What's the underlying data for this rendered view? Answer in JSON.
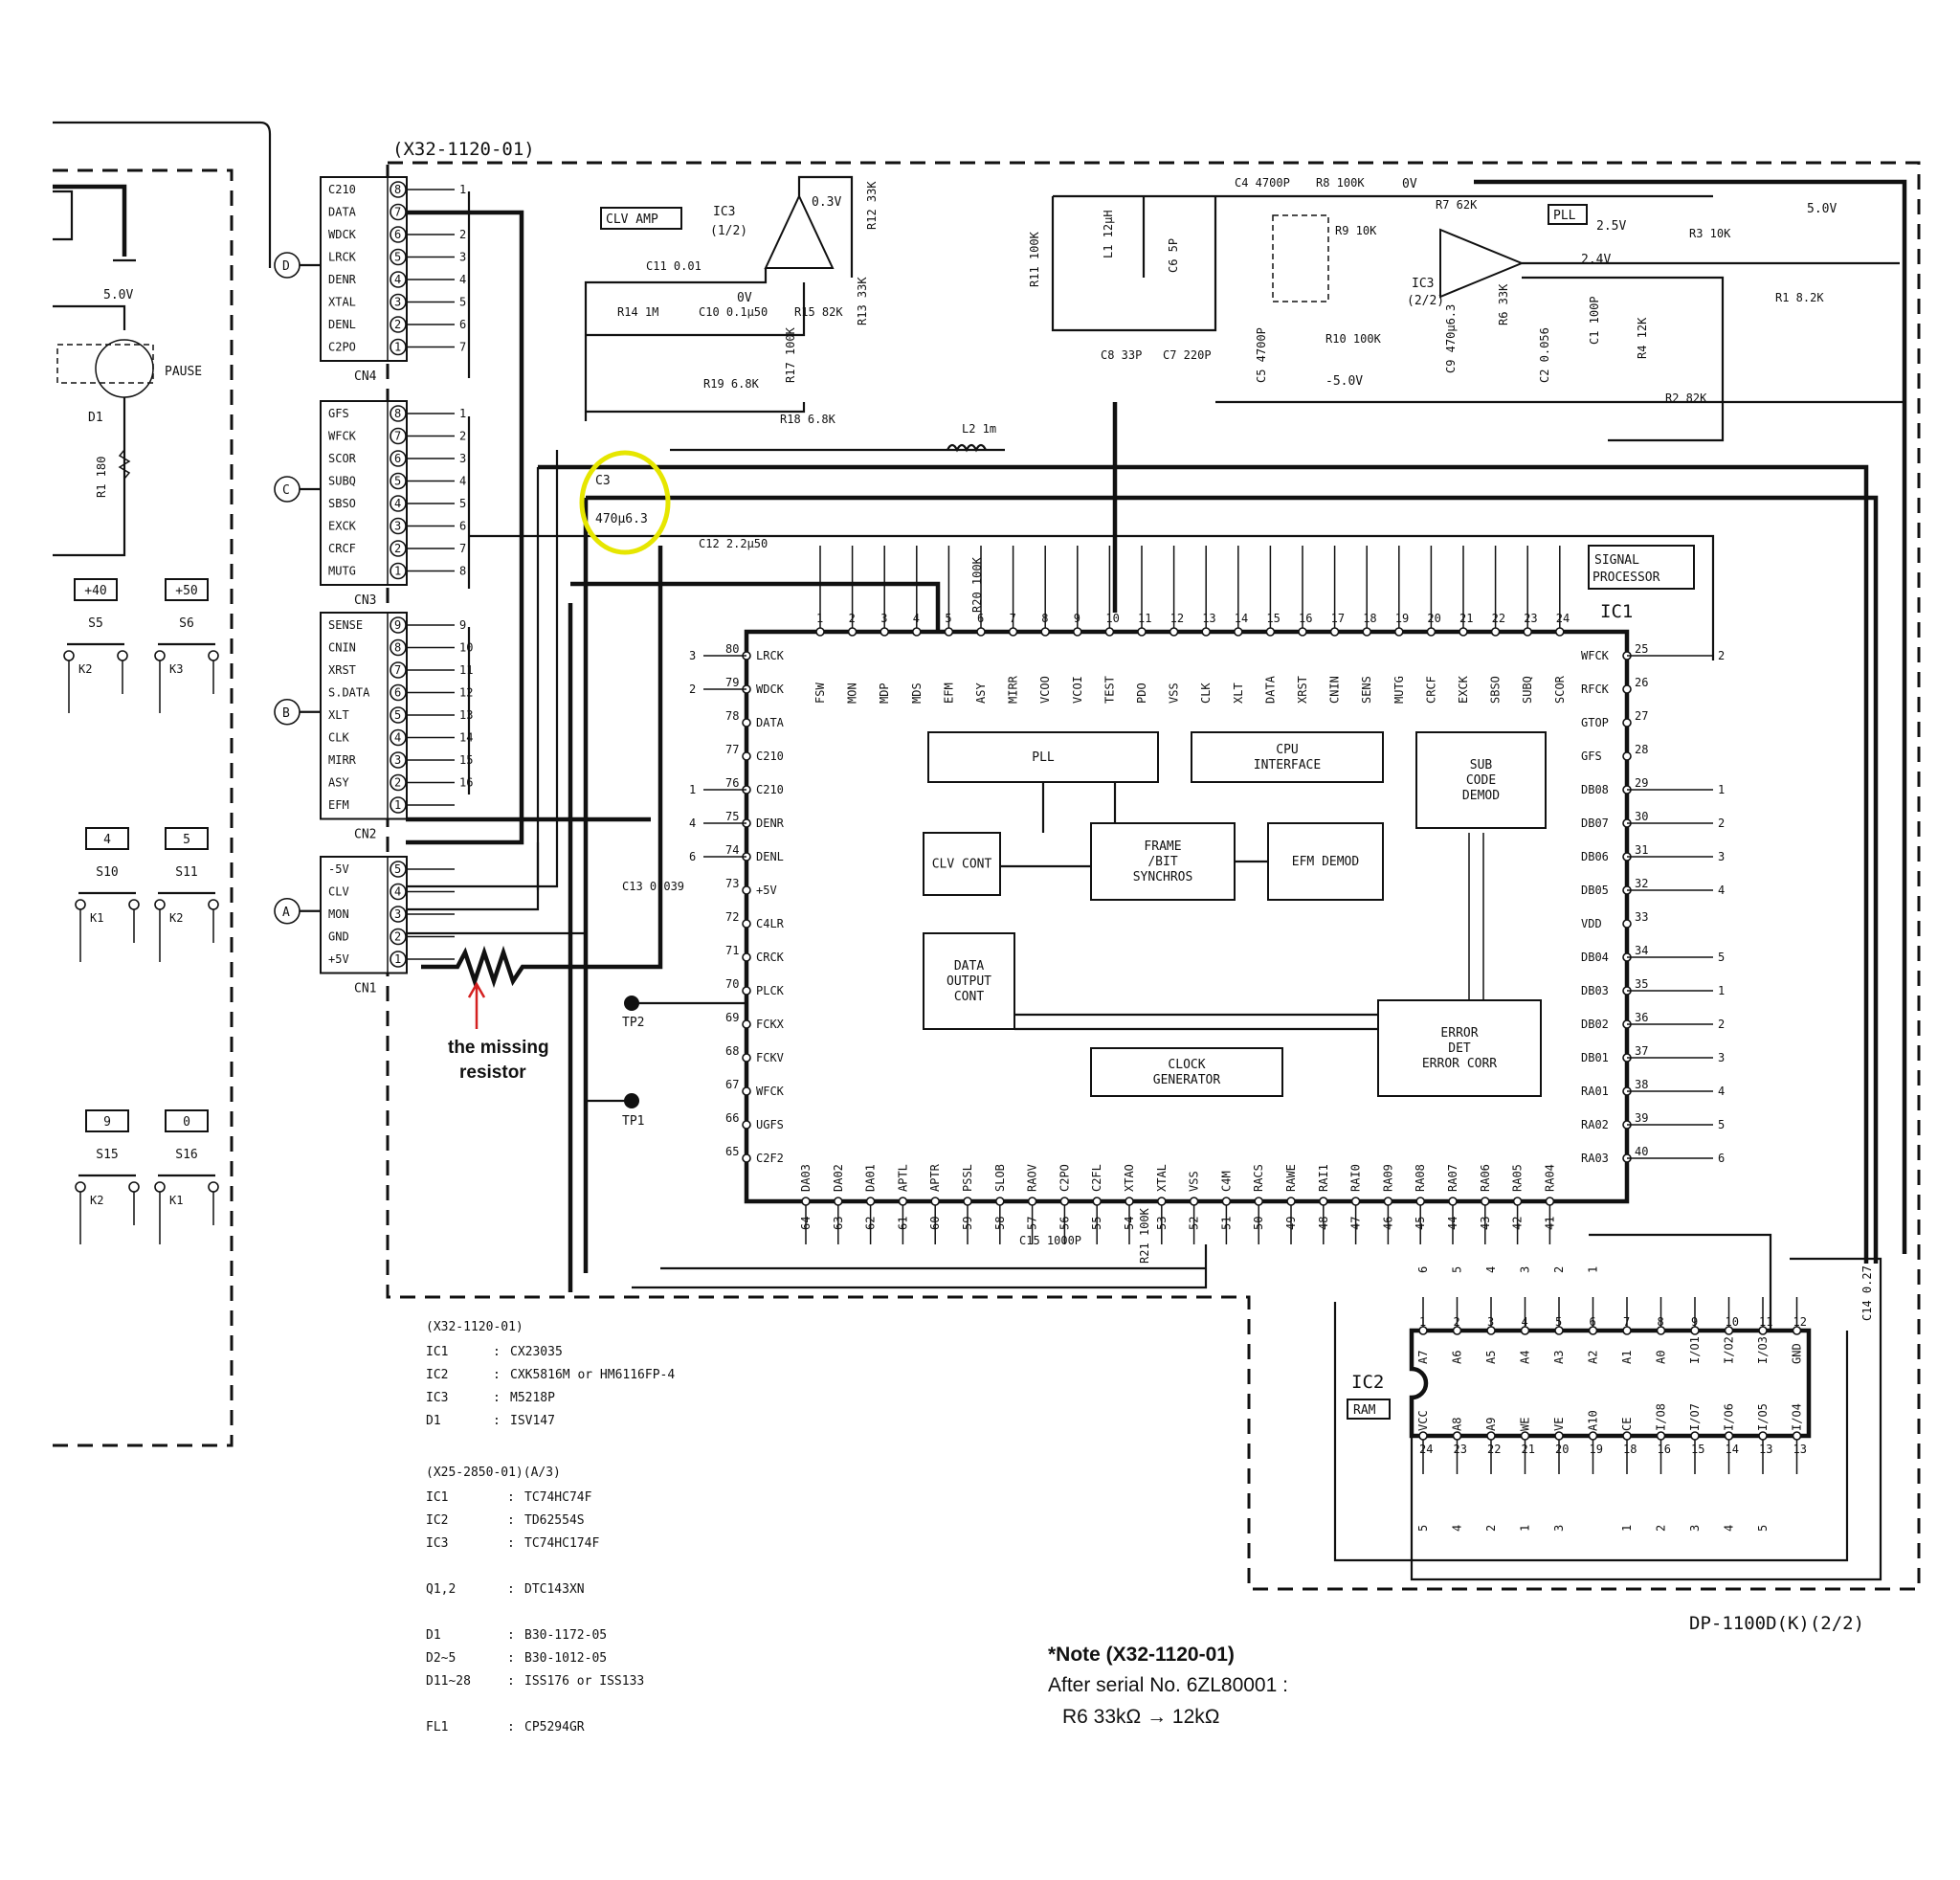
{
  "board": {
    "title": "(X32-1120-01)",
    "model": "DP-1100D(K)(2/2)",
    "left_voltage": "5.0V",
    "pause_label": "PAUSE",
    "d1_label": "D1",
    "r1_label": "R1  180"
  },
  "connectors": [
    {
      "letter": "D",
      "name": "CN4",
      "pins": [
        {
          "n": "8",
          "label": "C210",
          "net": "1"
        },
        {
          "n": "7",
          "label": "DATA",
          "net": ""
        },
        {
          "n": "6",
          "label": "WDCK",
          "net": "2"
        },
        {
          "n": "5",
          "label": "LRCK",
          "net": "3"
        },
        {
          "n": "4",
          "label": "DENR",
          "net": "4"
        },
        {
          "n": "3",
          "label": "XTAL",
          "net": "5"
        },
        {
          "n": "2",
          "label": "DENL",
          "net": "6"
        },
        {
          "n": "1",
          "label": "C2PO",
          "net": "7"
        }
      ]
    },
    {
      "letter": "C",
      "name": "CN3",
      "pins": [
        {
          "n": "8",
          "label": "GFS",
          "net": "1"
        },
        {
          "n": "7",
          "label": "WFCK",
          "net": "2"
        },
        {
          "n": "6",
          "label": "SCOR",
          "net": "3"
        },
        {
          "n": "5",
          "label": "SUBQ",
          "net": "4"
        },
        {
          "n": "4",
          "label": "SBSO",
          "net": "5"
        },
        {
          "n": "3",
          "label": "EXCK",
          "net": "6"
        },
        {
          "n": "2",
          "label": "CRCF",
          "net": "7"
        },
        {
          "n": "1",
          "label": "MUTG",
          "net": "8"
        }
      ]
    },
    {
      "letter": "B",
      "name": "CN2",
      "pins": [
        {
          "n": "9",
          "label": "SENSE",
          "net": "9"
        },
        {
          "n": "8",
          "label": "CNIN",
          "net": "10"
        },
        {
          "n": "7",
          "label": "XRST",
          "net": "11"
        },
        {
          "n": "6",
          "label": "S.DATA",
          "net": "12"
        },
        {
          "n": "5",
          "label": "XLT",
          "net": "13"
        },
        {
          "n": "4",
          "label": "CLK",
          "net": "14"
        },
        {
          "n": "3",
          "label": "MIRR",
          "net": "15"
        },
        {
          "n": "2",
          "label": "ASY",
          "net": "16"
        },
        {
          "n": "1",
          "label": "EFM",
          "net": ""
        }
      ]
    },
    {
      "letter": "A",
      "name": "CN1",
      "pins": [
        {
          "n": "5",
          "label": "-5V",
          "net": ""
        },
        {
          "n": "4",
          "label": "CLV",
          "net": ""
        },
        {
          "n": "3",
          "label": "MON",
          "net": ""
        },
        {
          "n": "2",
          "label": "GND",
          "net": ""
        },
        {
          "n": "1",
          "label": "+5V",
          "net": ""
        }
      ]
    }
  ],
  "switches": [
    {
      "key": "+40",
      "name": "S5"
    },
    {
      "key": "+50",
      "name": "S6"
    },
    {
      "key": "4",
      "name": "S10"
    },
    {
      "key": "5",
      "name": "S11"
    },
    {
      "key": "9",
      "name": "S15"
    },
    {
      "key": "0",
      "name": "S16"
    }
  ],
  "switch_contacts": [
    "K2",
    "K3",
    "K1",
    "K2",
    "K2",
    "K1"
  ],
  "components": {
    "ic3a": {
      "name": "IC3",
      "part": "(1/2)",
      "v_out": "0.3V",
      "v_in": "0V",
      "amp": "CLV AMP"
    },
    "ic3b": {
      "name": "IC3",
      "part": "(2/2)",
      "v1": "2.5V",
      "v2": "2.4V",
      "pll": "PLL",
      "vcc": "5.0V",
      "neg": "-5.0V",
      "ov": "0V"
    },
    "values": [
      {
        "ref": "C11",
        "value": "0.01"
      },
      {
        "ref": "R14",
        "value": "1M"
      },
      {
        "ref": "C10",
        "value": "0.1μ50"
      },
      {
        "ref": "R15",
        "value": "82K"
      },
      {
        "ref": "R12",
        "value": "33K"
      },
      {
        "ref": "R13",
        "value": "33K"
      },
      {
        "ref": "R17",
        "value": "100K"
      },
      {
        "ref": "R19",
        "value": "6.8K"
      },
      {
        "ref": "R18",
        "value": "6.8K"
      },
      {
        "ref": "L2",
        "value": "1m"
      },
      {
        "ref": "R11",
        "value": "100K"
      },
      {
        "ref": "L1",
        "value": "12μH"
      },
      {
        "ref": "C6",
        "value": "5P"
      },
      {
        "ref": "C8",
        "value": "33P"
      },
      {
        "ref": "C7",
        "value": "220P"
      },
      {
        "ref": "C4",
        "value": "4700P"
      },
      {
        "ref": "C5",
        "value": "4700P"
      },
      {
        "ref": "R8",
        "value": "100K"
      },
      {
        "ref": "R9",
        "value": "10K"
      },
      {
        "ref": "R10",
        "value": "100K"
      },
      {
        "ref": "R7",
        "value": "62K"
      },
      {
        "ref": "C9",
        "value": "470μ6.3"
      },
      {
        "ref": "R6",
        "value": "33K"
      },
      {
        "ref": "C2",
        "value": "0.056"
      },
      {
        "ref": "C1",
        "value": "100P"
      },
      {
        "ref": "R4",
        "value": "12K"
      },
      {
        "ref": "R3",
        "value": "10K"
      },
      {
        "ref": "R1",
        "value": "8.2K"
      },
      {
        "ref": "R2",
        "value": "82K"
      },
      {
        "ref": "C12",
        "value": "2.2μ50"
      },
      {
        "ref": "R20",
        "value": "100K"
      },
      {
        "ref": "C13",
        "value": "0.039"
      },
      {
        "ref": "C15",
        "value": "1000P"
      },
      {
        "ref": "R21",
        "value": "100K"
      },
      {
        "ref": "C14",
        "value": "0.27"
      },
      {
        "ref": "C3",
        "value": "470μ6.3"
      }
    ],
    "tp1": "TP1",
    "tp2": "TP2"
  },
  "annotation": {
    "text1": "the missing",
    "text2": "resistor",
    "color": "#d42020",
    "highlight": "#e6e600"
  },
  "ic1": {
    "name": "IC1",
    "title": "SIGNAL PROCESSOR",
    "blocks": [
      "PLL",
      "CPU INTERFACE",
      "SUB CODE DEMOD",
      "CLV CONT",
      "FRAME /BIT SYNCHROS",
      "EFM DEMOD",
      "DATA OUTPUT CONT",
      "ERROR DET ERROR CORR",
      "CLOCK GENERATOR"
    ],
    "top_pins": [
      {
        "n": "1",
        "label": "FSW"
      },
      {
        "n": "2",
        "label": "MON"
      },
      {
        "n": "3",
        "label": "MDP"
      },
      {
        "n": "4",
        "label": "MDS"
      },
      {
        "n": "5",
        "label": "EFM"
      },
      {
        "n": "6",
        "label": "ASY"
      },
      {
        "n": "7",
        "label": "MIRR"
      },
      {
        "n": "8",
        "label": "VCOO"
      },
      {
        "n": "9",
        "label": "VCOI"
      },
      {
        "n": "10",
        "label": "TEST"
      },
      {
        "n": "11",
        "label": "PDO"
      },
      {
        "n": "12",
        "label": "VSS"
      },
      {
        "n": "13",
        "label": "CLK"
      },
      {
        "n": "14",
        "label": "XLT"
      },
      {
        "n": "15",
        "label": "DATA"
      },
      {
        "n": "16",
        "label": "XRST"
      },
      {
        "n": "17",
        "label": "CNIN"
      },
      {
        "n": "18",
        "label": "SENS"
      },
      {
        "n": "19",
        "label": "MUTG"
      },
      {
        "n": "20",
        "label": "CRCF"
      },
      {
        "n": "21",
        "label": "EXCK"
      },
      {
        "n": "22",
        "label": "SBSO"
      },
      {
        "n": "23",
        "label": "SUBQ"
      },
      {
        "n": "24",
        "label": "SCOR"
      }
    ],
    "left_pins": [
      {
        "n": "80",
        "label": "LRCK"
      },
      {
        "n": "79",
        "label": "WDCK"
      },
      {
        "n": "78",
        "label": "DATA"
      },
      {
        "n": "77",
        "label": "C210"
      },
      {
        "n": "76",
        "label": "C210"
      },
      {
        "n": "75",
        "label": "DENR"
      },
      {
        "n": "74",
        "label": "DENL"
      },
      {
        "n": "73",
        "label": "+5V"
      },
      {
        "n": "72",
        "label": "C4LR"
      },
      {
        "n": "71",
        "label": "CRCK"
      },
      {
        "n": "70",
        "label": "PLCK"
      },
      {
        "n": "69",
        "label": "FCKX"
      },
      {
        "n": "68",
        "label": "FCKV"
      },
      {
        "n": "67",
        "label": "WFCK"
      },
      {
        "n": "66",
        "label": "UGFS"
      },
      {
        "n": "65",
        "label": "C2F2"
      }
    ],
    "left_net": [
      "3",
      "2",
      "",
      "",
      "1",
      "4",
      "6",
      "",
      "",
      "",
      "",
      "",
      "",
      "",
      "",
      ""
    ],
    "right_pins": [
      {
        "n": "25",
        "label": "WFCK"
      },
      {
        "n": "26",
        "label": "RFCK"
      },
      {
        "n": "27",
        "label": "GTOP"
      },
      {
        "n": "28",
        "label": "GFS"
      },
      {
        "n": "29",
        "label": "DB08"
      },
      {
        "n": "30",
        "label": "DB07"
      },
      {
        "n": "31",
        "label": "DB06"
      },
      {
        "n": "32",
        "label": "DB05"
      },
      {
        "n": "33",
        "label": "VDD"
      },
      {
        "n": "34",
        "label": "DB04"
      },
      {
        "n": "35",
        "label": "DB03"
      },
      {
        "n": "36",
        "label": "DB02"
      },
      {
        "n": "37",
        "label": "DB01"
      },
      {
        "n": "38",
        "label": "RA01"
      },
      {
        "n": "39",
        "label": "RA02"
      },
      {
        "n": "40",
        "label": "RA03"
      }
    ],
    "right_net": [
      "2",
      "",
      "",
      "",
      "1",
      "2",
      "3",
      "4",
      "",
      "5",
      "1",
      "2",
      "3",
      "4",
      "5",
      "6"
    ],
    "bottom_pins": [
      {
        "n": "64",
        "label": "DA03"
      },
      {
        "n": "63",
        "label": "DA02"
      },
      {
        "n": "62",
        "label": "DA01"
      },
      {
        "n": "61",
        "label": "APTL"
      },
      {
        "n": "60",
        "label": "APTR"
      },
      {
        "n": "59",
        "label": "PSSL"
      },
      {
        "n": "58",
        "label": "SLOB"
      },
      {
        "n": "57",
        "label": "RAOV"
      },
      {
        "n": "56",
        "label": "C2PO"
      },
      {
        "n": "55",
        "label": "C2FL"
      },
      {
        "n": "54",
        "label": "XTAO"
      },
      {
        "n": "53",
        "label": "XTAL"
      },
      {
        "n": "52",
        "label": "VSS"
      },
      {
        "n": "51",
        "label": "C4M"
      },
      {
        "n": "50",
        "label": "RACS"
      },
      {
        "n": "49",
        "label": "RAWE"
      },
      {
        "n": "48",
        "label": "RAI1"
      },
      {
        "n": "47",
        "label": "RAI0"
      },
      {
        "n": "46",
        "label": "RA09"
      },
      {
        "n": "45",
        "label": "RA08"
      },
      {
        "n": "44",
        "label": "RA07"
      },
      {
        "n": "43",
        "label": "RA06"
      },
      {
        "n": "42",
        "label": "RA05"
      },
      {
        "n": "41",
        "label": "RA04"
      }
    ]
  },
  "ic2": {
    "name": "IC2",
    "tag": "RAM",
    "top": [
      {
        "n": "1",
        "label": "A7"
      },
      {
        "n": "2",
        "label": "A6"
      },
      {
        "n": "3",
        "label": "A5"
      },
      {
        "n": "4",
        "label": "A4"
      },
      {
        "n": "5",
        "label": "A3"
      },
      {
        "n": "6",
        "label": "A2"
      },
      {
        "n": "7",
        "label": "A1"
      },
      {
        "n": "8",
        "label": "A0"
      },
      {
        "n": "9",
        "label": "I/O1"
      },
      {
        "n": "10",
        "label": "I/O2"
      },
      {
        "n": "11",
        "label": "I/O3"
      },
      {
        "n": "12",
        "label": "GND"
      }
    ],
    "bottom": [
      {
        "n": "24",
        "label": "VCC"
      },
      {
        "n": "23",
        "label": "A8"
      },
      {
        "n": "22",
        "label": "A9"
      },
      {
        "n": "21",
        "label": "WE"
      },
      {
        "n": "20",
        "label": "VE"
      },
      {
        "n": "19",
        "label": "A10"
      },
      {
        "n": "18",
        "label": "CE"
      },
      {
        "n": "16",
        "label": "I/O8"
      },
      {
        "n": "15",
        "label": "I/O7"
      },
      {
        "n": "14",
        "label": "I/O6"
      },
      {
        "n": "13",
        "label": "I/O5"
      },
      {
        "n": "13",
        "label": "I/O4"
      }
    ],
    "top_net": [
      "6",
      "5",
      "4",
      "3",
      "2",
      "1"
    ],
    "bottom_net": [
      "5",
      "4",
      "2",
      "1",
      "3",
      "",
      "1",
      "2",
      "3",
      "4",
      "5"
    ]
  },
  "parts_list": [
    {
      "title": "(X32-1120-01)",
      "rows": [
        {
          "ref": "IC1",
          "sep": ":",
          "part": "CX23035"
        },
        {
          "ref": "IC2",
          "sep": ":",
          "part": "CXK5816M or HM6116FP-4"
        },
        {
          "ref": "IC3",
          "sep": ":",
          "part": "M5218P"
        },
        {
          "ref": "D1",
          "sep": ":",
          "part": "ISV147"
        }
      ]
    },
    {
      "title": "(X25-2850-01)(A/3)",
      "rows": [
        {
          "ref": "IC1",
          "sep": ":",
          "part": "TC74HC74F"
        },
        {
          "ref": "IC2",
          "sep": ":",
          "part": "TD62554S"
        },
        {
          "ref": "IC3",
          "sep": ":",
          "part": "TC74HC174F"
        },
        {
          "ref": "Q1,2",
          "sep": ":",
          "part": "DTC143XN"
        },
        {
          "ref": "D1",
          "sep": ":",
          "part": "B30-1172-05"
        },
        {
          "ref": "D2~5",
          "sep": ":",
          "part": "B30-1012-05"
        },
        {
          "ref": "D11~28",
          "sep": ":",
          "part": "ISS176 or ISS133"
        },
        {
          "ref": "FL1",
          "sep": ":",
          "part": "CP5294GR"
        }
      ]
    }
  ],
  "note": {
    "title": "*Note (X32-1120-01)",
    "line1": "After serial No. 6ZL80001 :",
    "line2": "R6   33kΩ → 12kΩ"
  }
}
